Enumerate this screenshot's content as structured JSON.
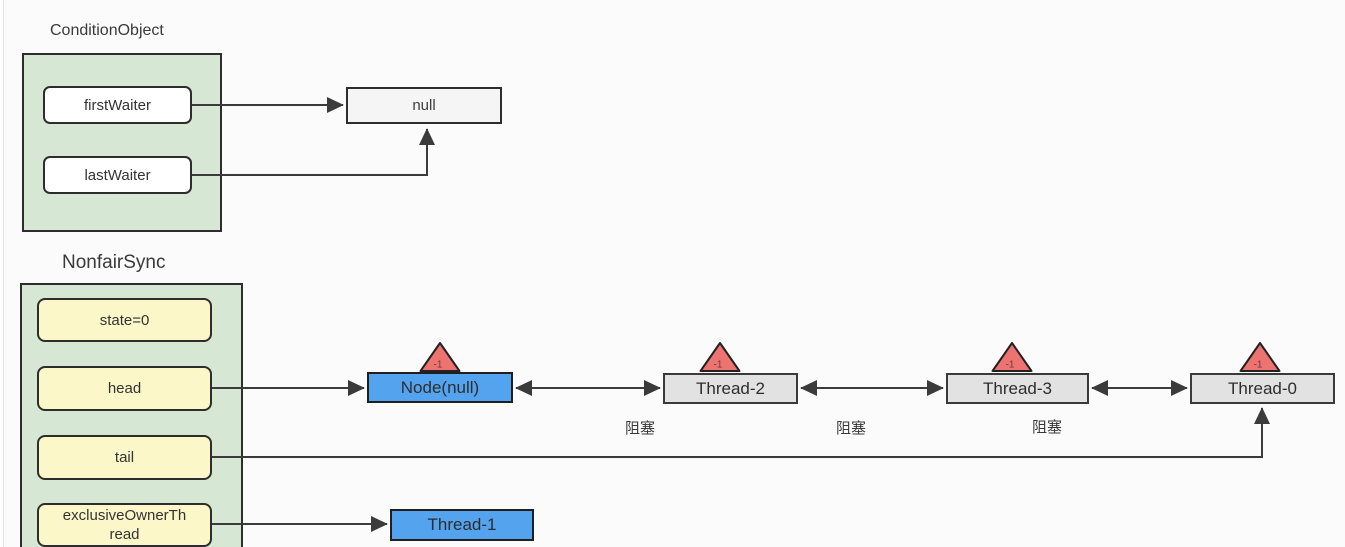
{
  "condition_object": {
    "title": "ConditionObject",
    "fields": [
      {
        "label": "firstWaiter"
      },
      {
        "label": "lastWaiter"
      }
    ],
    "null_ref": "null"
  },
  "nonfair_sync": {
    "title": "NonfairSync",
    "fields": [
      {
        "label": "state=0"
      },
      {
        "label": "head"
      },
      {
        "label": "tail"
      },
      {
        "label": "exclusiveOwnerThread"
      }
    ]
  },
  "queue": {
    "nodes": [
      {
        "label": "Node(null)",
        "wait_status": "-1",
        "style": "blue"
      },
      {
        "label": "Thread-2",
        "wait_status": "-1",
        "style": "gray"
      },
      {
        "label": "Thread-3",
        "wait_status": "-1",
        "style": "gray"
      },
      {
        "label": "Thread-0",
        "wait_status": "-1",
        "style": "gray"
      }
    ],
    "blocked_labels": [
      "阻塞",
      "阻塞",
      "阻塞"
    ],
    "owner_thread": {
      "label": "Thread-1",
      "style": "blue"
    }
  },
  "colors": {
    "container_fill": "#d6e8d3",
    "field_yellow": "#fbf7c8",
    "node_blue": "#54a3ee",
    "node_gray": "#e2e2e2",
    "null_gray": "#f5f5f5",
    "triangle_red": "#ed7370",
    "stroke": "#3b3b3b"
  }
}
